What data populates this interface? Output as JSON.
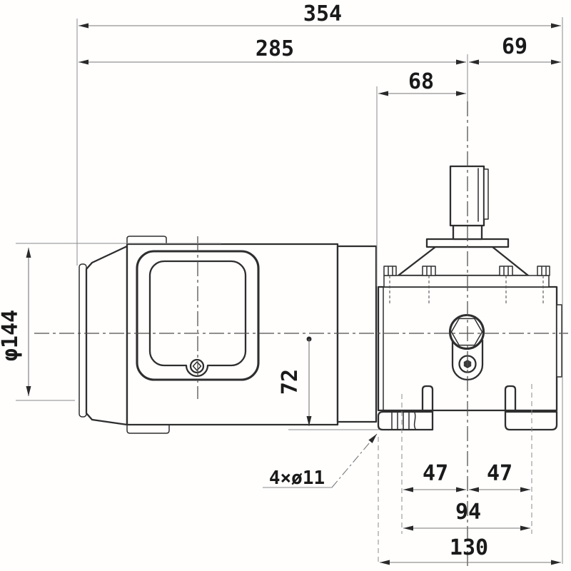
{
  "drawing": {
    "dimensions": {
      "overall_length": "354",
      "left_to_shaft": "285",
      "shaft_to_right": "69",
      "housing_to_shaft": "68",
      "motor_diameter": "φ144",
      "axis_to_base": "72",
      "mounting_holes": "4×ø11",
      "hole_pitch_left": "47",
      "hole_pitch_right": "47",
      "hole_pitch_total": "94",
      "base_width": "130"
    },
    "colors": {
      "outline": "#2e2e2e",
      "dimension_line": "#787878",
      "centerline": "#4d4d4d",
      "text": "#1a1a1a",
      "background": "#fffefd"
    }
  }
}
